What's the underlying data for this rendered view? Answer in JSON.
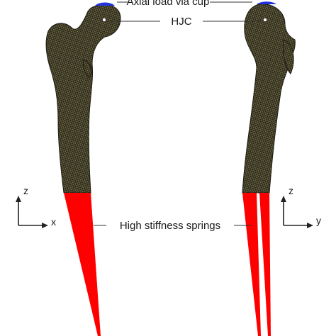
{
  "labels": {
    "top_load": "Axial load via cup",
    "hjc": "HJC",
    "springs": "High stiffness springs"
  },
  "axes": {
    "left": {
      "vertical": "z",
      "horizontal": "x"
    },
    "right": {
      "vertical": "z",
      "horizontal": "y"
    }
  },
  "colors": {
    "background": "#ffffff",
    "bone_mesh": "#2e2a1e",
    "mesh_line": "#8c8a55",
    "springs": "#ff0000",
    "cup": "#2233dd",
    "leader_lines": "#333333"
  }
}
